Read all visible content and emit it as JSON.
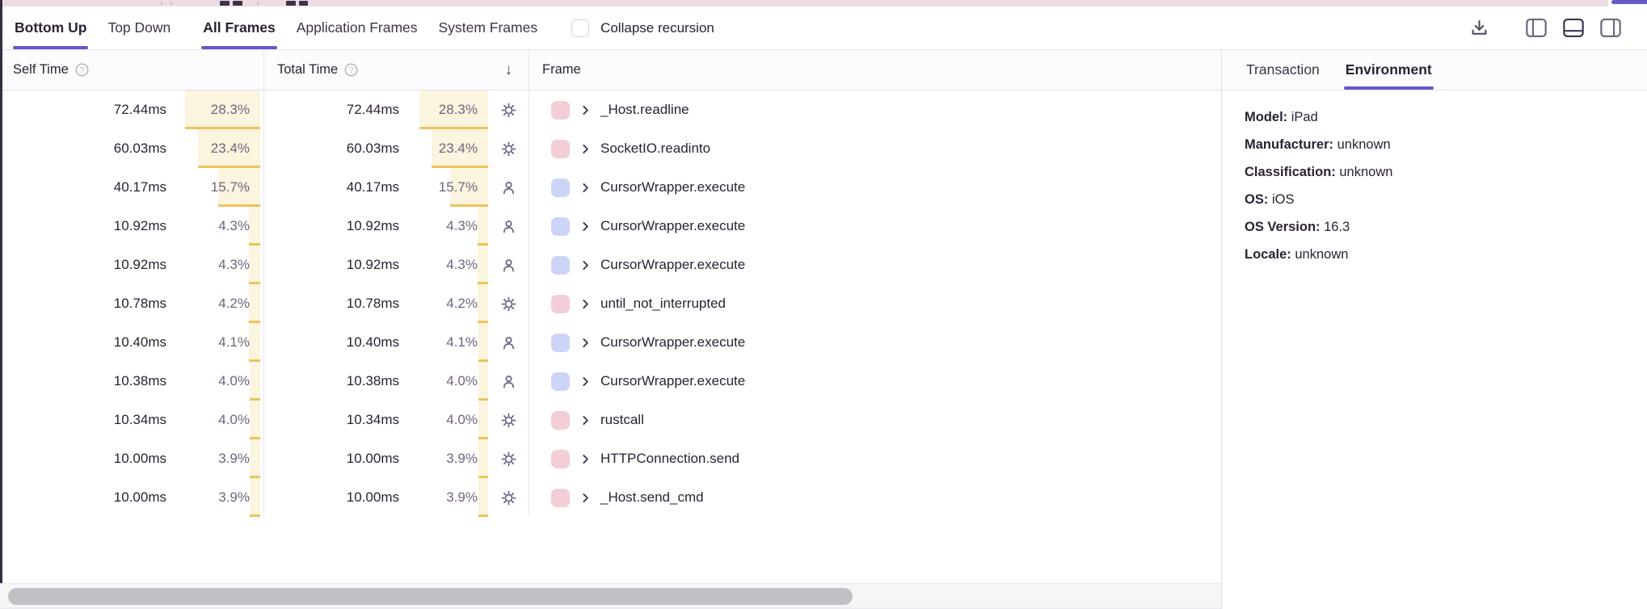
{
  "colors": {
    "accent_purple": "#6559c8",
    "yellow_bar": "#eec35c",
    "yellow_bg": "#fbf5df",
    "system_chip": "#f3ced6",
    "application_chip": "#ccd4f8",
    "minimap_pink": "#eedce3",
    "text_dark": "#2b2233",
    "text_secondary": "#71637e"
  },
  "toolbar": {
    "view_tabs": [
      {
        "label": "Bottom Up",
        "active": true
      },
      {
        "label": "Top Down",
        "active": false
      }
    ],
    "frame_tabs": [
      {
        "label": "All Frames",
        "active": true
      },
      {
        "label": "Application Frames",
        "active": false
      },
      {
        "label": "System Frames",
        "active": false
      }
    ],
    "collapse_recursion_label": "Collapse recursion",
    "collapse_recursion_checked": false,
    "icons": [
      "download-icon",
      "panel-left-icon",
      "panel-bottom-icon",
      "panel-right-icon"
    ]
  },
  "table": {
    "headers": {
      "self_time": "Self Time",
      "total_time": "Total Time",
      "frame": "Frame"
    },
    "sort_icon": "↓",
    "rows": [
      {
        "self_time": "72.44ms",
        "self_pct": "28.3%",
        "total_time": "72.44ms",
        "total_pct": "28.3%",
        "frame": "_Host.readline",
        "frame_type": "system"
      },
      {
        "self_time": "60.03ms",
        "self_pct": "23.4%",
        "total_time": "60.03ms",
        "total_pct": "23.4%",
        "frame": "SocketIO.readinto",
        "frame_type": "system"
      },
      {
        "self_time": "40.17ms",
        "self_pct": "15.7%",
        "total_time": "40.17ms",
        "total_pct": "15.7%",
        "frame": "CursorWrapper.execute",
        "frame_type": "application"
      },
      {
        "self_time": "10.92ms",
        "self_pct": "4.3%",
        "total_time": "10.92ms",
        "total_pct": "4.3%",
        "frame": "CursorWrapper.execute",
        "frame_type": "application"
      },
      {
        "self_time": "10.92ms",
        "self_pct": "4.3%",
        "total_time": "10.92ms",
        "total_pct": "4.3%",
        "frame": "CursorWrapper.execute",
        "frame_type": "application"
      },
      {
        "self_time": "10.78ms",
        "self_pct": "4.2%",
        "total_time": "10.78ms",
        "total_pct": "4.2%",
        "frame": "until_not_interrupted",
        "frame_type": "system"
      },
      {
        "self_time": "10.40ms",
        "self_pct": "4.1%",
        "total_time": "10.40ms",
        "total_pct": "4.1%",
        "frame": "CursorWrapper.execute",
        "frame_type": "application"
      },
      {
        "self_time": "10.38ms",
        "self_pct": "4.0%",
        "total_time": "10.38ms",
        "total_pct": "4.0%",
        "frame": "CursorWrapper.execute",
        "frame_type": "application"
      },
      {
        "self_time": "10.34ms",
        "self_pct": "4.0%",
        "total_time": "10.34ms",
        "total_pct": "4.0%",
        "frame": "rustcall",
        "frame_type": "system"
      },
      {
        "self_time": "10.00ms",
        "self_pct": "3.9%",
        "total_time": "10.00ms",
        "total_pct": "3.9%",
        "frame": "HTTPConnection.send",
        "frame_type": "system"
      },
      {
        "self_time": "10.00ms",
        "self_pct": "3.9%",
        "total_time": "10.00ms",
        "total_pct": "3.9%",
        "frame": "_Host.send_cmd",
        "frame_type": "system"
      }
    ],
    "row_icon_by_type": {
      "system": "gear-icon",
      "application": "user-icon"
    }
  },
  "side_panel": {
    "tabs": [
      {
        "label": "Transaction",
        "active": false
      },
      {
        "label": "Environment",
        "active": true
      }
    ],
    "environment": {
      "fields": [
        {
          "label": "Model:",
          "value": "iPad"
        },
        {
          "label": "Manufacturer:",
          "value": "unknown"
        },
        {
          "label": "Classification:",
          "value": "unknown"
        },
        {
          "label": "OS:",
          "value": "iOS"
        },
        {
          "label": "OS Version:",
          "value": "16.3"
        },
        {
          "label": "Locale:",
          "value": "unknown"
        }
      ]
    }
  }
}
